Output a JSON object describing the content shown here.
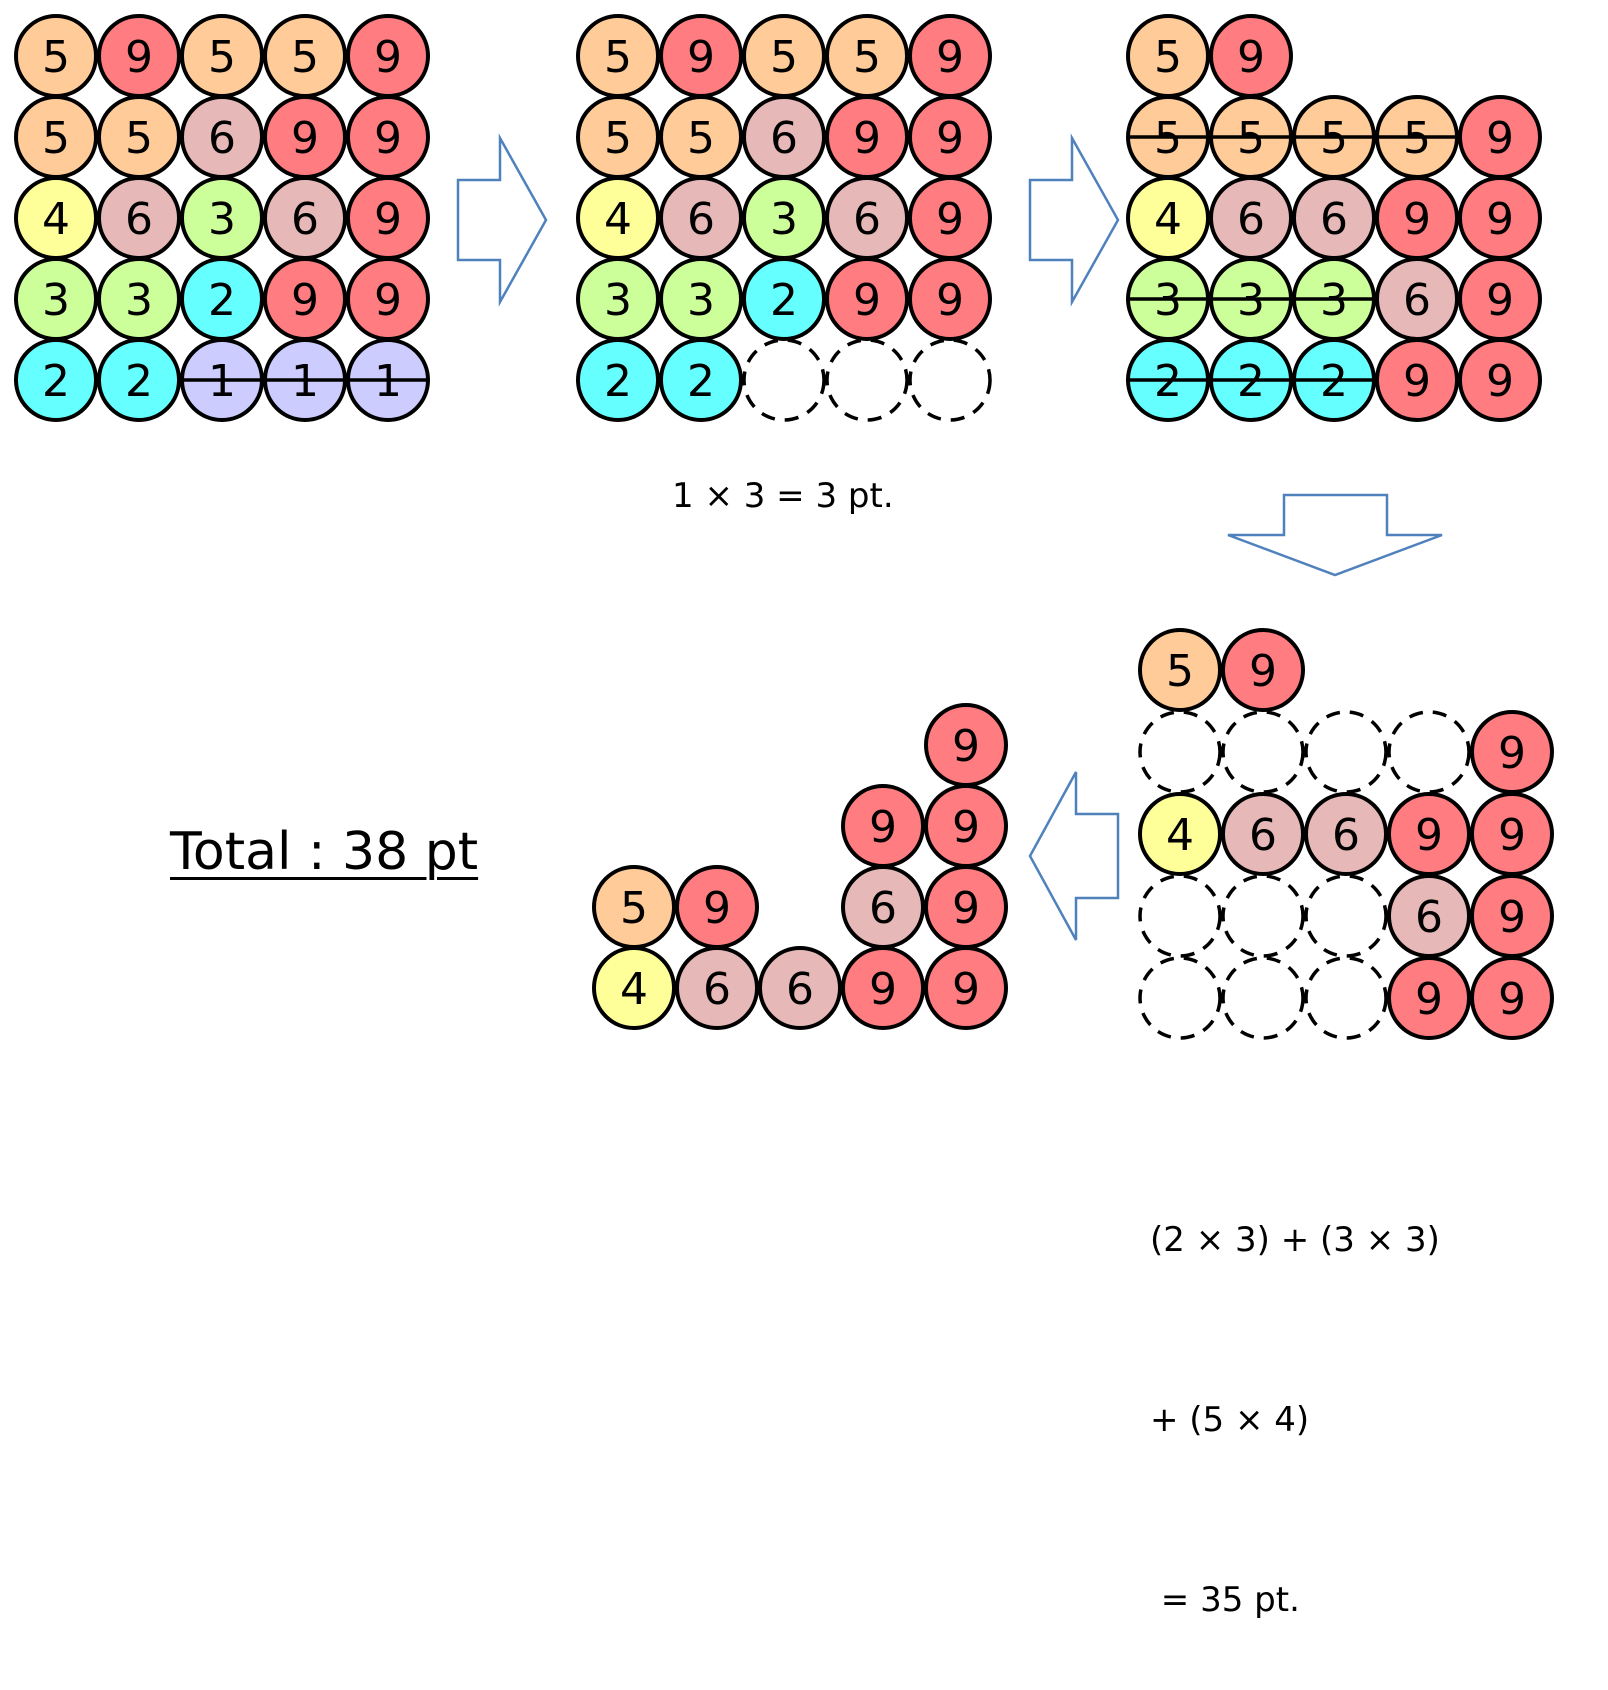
{
  "colors": {
    "1": "#ccccff",
    "2": "#66ffff",
    "3": "#ccff99",
    "4": "#ffff99",
    "5": "#ffcc99",
    "6": "#e6b9b8",
    "9": "#ff7c80",
    "arrow": "#4f81bd"
  },
  "stages": [
    {
      "name": "initial",
      "rows": [
        [
          {
            "v": "5"
          },
          {
            "v": "9"
          },
          {
            "v": "5"
          },
          {
            "v": "5"
          },
          {
            "v": "9"
          }
        ],
        [
          {
            "v": "5"
          },
          {
            "v": "5"
          },
          {
            "v": "6"
          },
          {
            "v": "9"
          },
          {
            "v": "9"
          }
        ],
        [
          {
            "v": "4"
          },
          {
            "v": "6"
          },
          {
            "v": "3"
          },
          {
            "v": "6"
          },
          {
            "v": "9"
          }
        ],
        [
          {
            "v": "3"
          },
          {
            "v": "3"
          },
          {
            "v": "2"
          },
          {
            "v": "9"
          },
          {
            "v": "9"
          }
        ],
        [
          {
            "v": "2"
          },
          {
            "v": "2"
          },
          {
            "v": "1",
            "struck": true
          },
          {
            "v": "1",
            "struck": true
          },
          {
            "v": "1",
            "struck": true
          }
        ]
      ]
    },
    {
      "name": "after-removing-1s",
      "rows": [
        [
          {
            "v": "5"
          },
          {
            "v": "9"
          },
          {
            "v": "5"
          },
          {
            "v": "5"
          },
          {
            "v": "9"
          }
        ],
        [
          {
            "v": "5"
          },
          {
            "v": "5"
          },
          {
            "v": "6"
          },
          {
            "v": "9"
          },
          {
            "v": "9"
          }
        ],
        [
          {
            "v": "4"
          },
          {
            "v": "6"
          },
          {
            "v": "3"
          },
          {
            "v": "6"
          },
          {
            "v": "9"
          }
        ],
        [
          {
            "v": "3"
          },
          {
            "v": "3"
          },
          {
            "v": "2"
          },
          {
            "v": "9"
          },
          {
            "v": "9"
          }
        ],
        [
          {
            "v": "2"
          },
          {
            "v": "2"
          },
          {
            "empty": true
          },
          {
            "empty": true
          },
          {
            "empty": true
          }
        ]
      ]
    },
    {
      "name": "rearranged",
      "rows": [
        [
          {
            "v": "5"
          },
          {
            "v": "9"
          },
          null,
          null,
          null
        ],
        [
          {
            "v": "5",
            "struck": true
          },
          {
            "v": "5",
            "struck": true
          },
          {
            "v": "5",
            "struck": true
          },
          {
            "v": "5",
            "struck": true
          },
          {
            "v": "9"
          }
        ],
        [
          {
            "v": "4"
          },
          {
            "v": "6"
          },
          {
            "v": "6"
          },
          {
            "v": "9"
          },
          {
            "v": "9"
          }
        ],
        [
          {
            "v": "3",
            "struck": true
          },
          {
            "v": "3",
            "struck": true
          },
          {
            "v": "3",
            "struck": true
          },
          {
            "v": "6"
          },
          {
            "v": "9"
          }
        ],
        [
          {
            "v": "2",
            "struck": true
          },
          {
            "v": "2",
            "struck": true
          },
          {
            "v": "2",
            "struck": true
          },
          {
            "v": "9"
          },
          {
            "v": "9"
          }
        ]
      ]
    },
    {
      "name": "after-removing-rows",
      "rows": [
        [
          {
            "v": "5"
          },
          {
            "v": "9"
          },
          null,
          null,
          null
        ],
        [
          {
            "empty": true
          },
          {
            "empty": true
          },
          {
            "empty": true
          },
          {
            "empty": true
          },
          {
            "v": "9"
          }
        ],
        [
          {
            "v": "4"
          },
          {
            "v": "6"
          },
          {
            "v": "6"
          },
          {
            "v": "9"
          },
          {
            "v": "9"
          }
        ],
        [
          {
            "empty": true
          },
          {
            "empty": true
          },
          {
            "empty": true
          },
          {
            "v": "6"
          },
          {
            "v": "9"
          }
        ],
        [
          {
            "empty": true
          },
          {
            "empty": true
          },
          {
            "empty": true
          },
          {
            "v": "9"
          },
          {
            "v": "9"
          }
        ]
      ]
    },
    {
      "name": "final",
      "rows": [
        [
          null,
          null,
          null,
          null,
          {
            "v": "9"
          }
        ],
        [
          null,
          null,
          null,
          {
            "v": "9"
          },
          {
            "v": "9"
          }
        ],
        [
          {
            "v": "5"
          },
          {
            "v": "9"
          },
          null,
          {
            "v": "6"
          },
          {
            "v": "9"
          }
        ],
        [
          {
            "v": "4"
          },
          {
            "v": "6"
          },
          {
            "v": "6"
          },
          {
            "v": "9"
          },
          {
            "v": "9"
          }
        ]
      ]
    }
  ],
  "labels": {
    "step1_score": "1 × 3 = 3 pt.",
    "step3_score_line1": "(2 × 3) + (3 × 3)",
    "step3_score_line2": "+ (5 × 4)",
    "step3_score_line3": " = 35 pt.",
    "total": "Total : 38 pt"
  }
}
